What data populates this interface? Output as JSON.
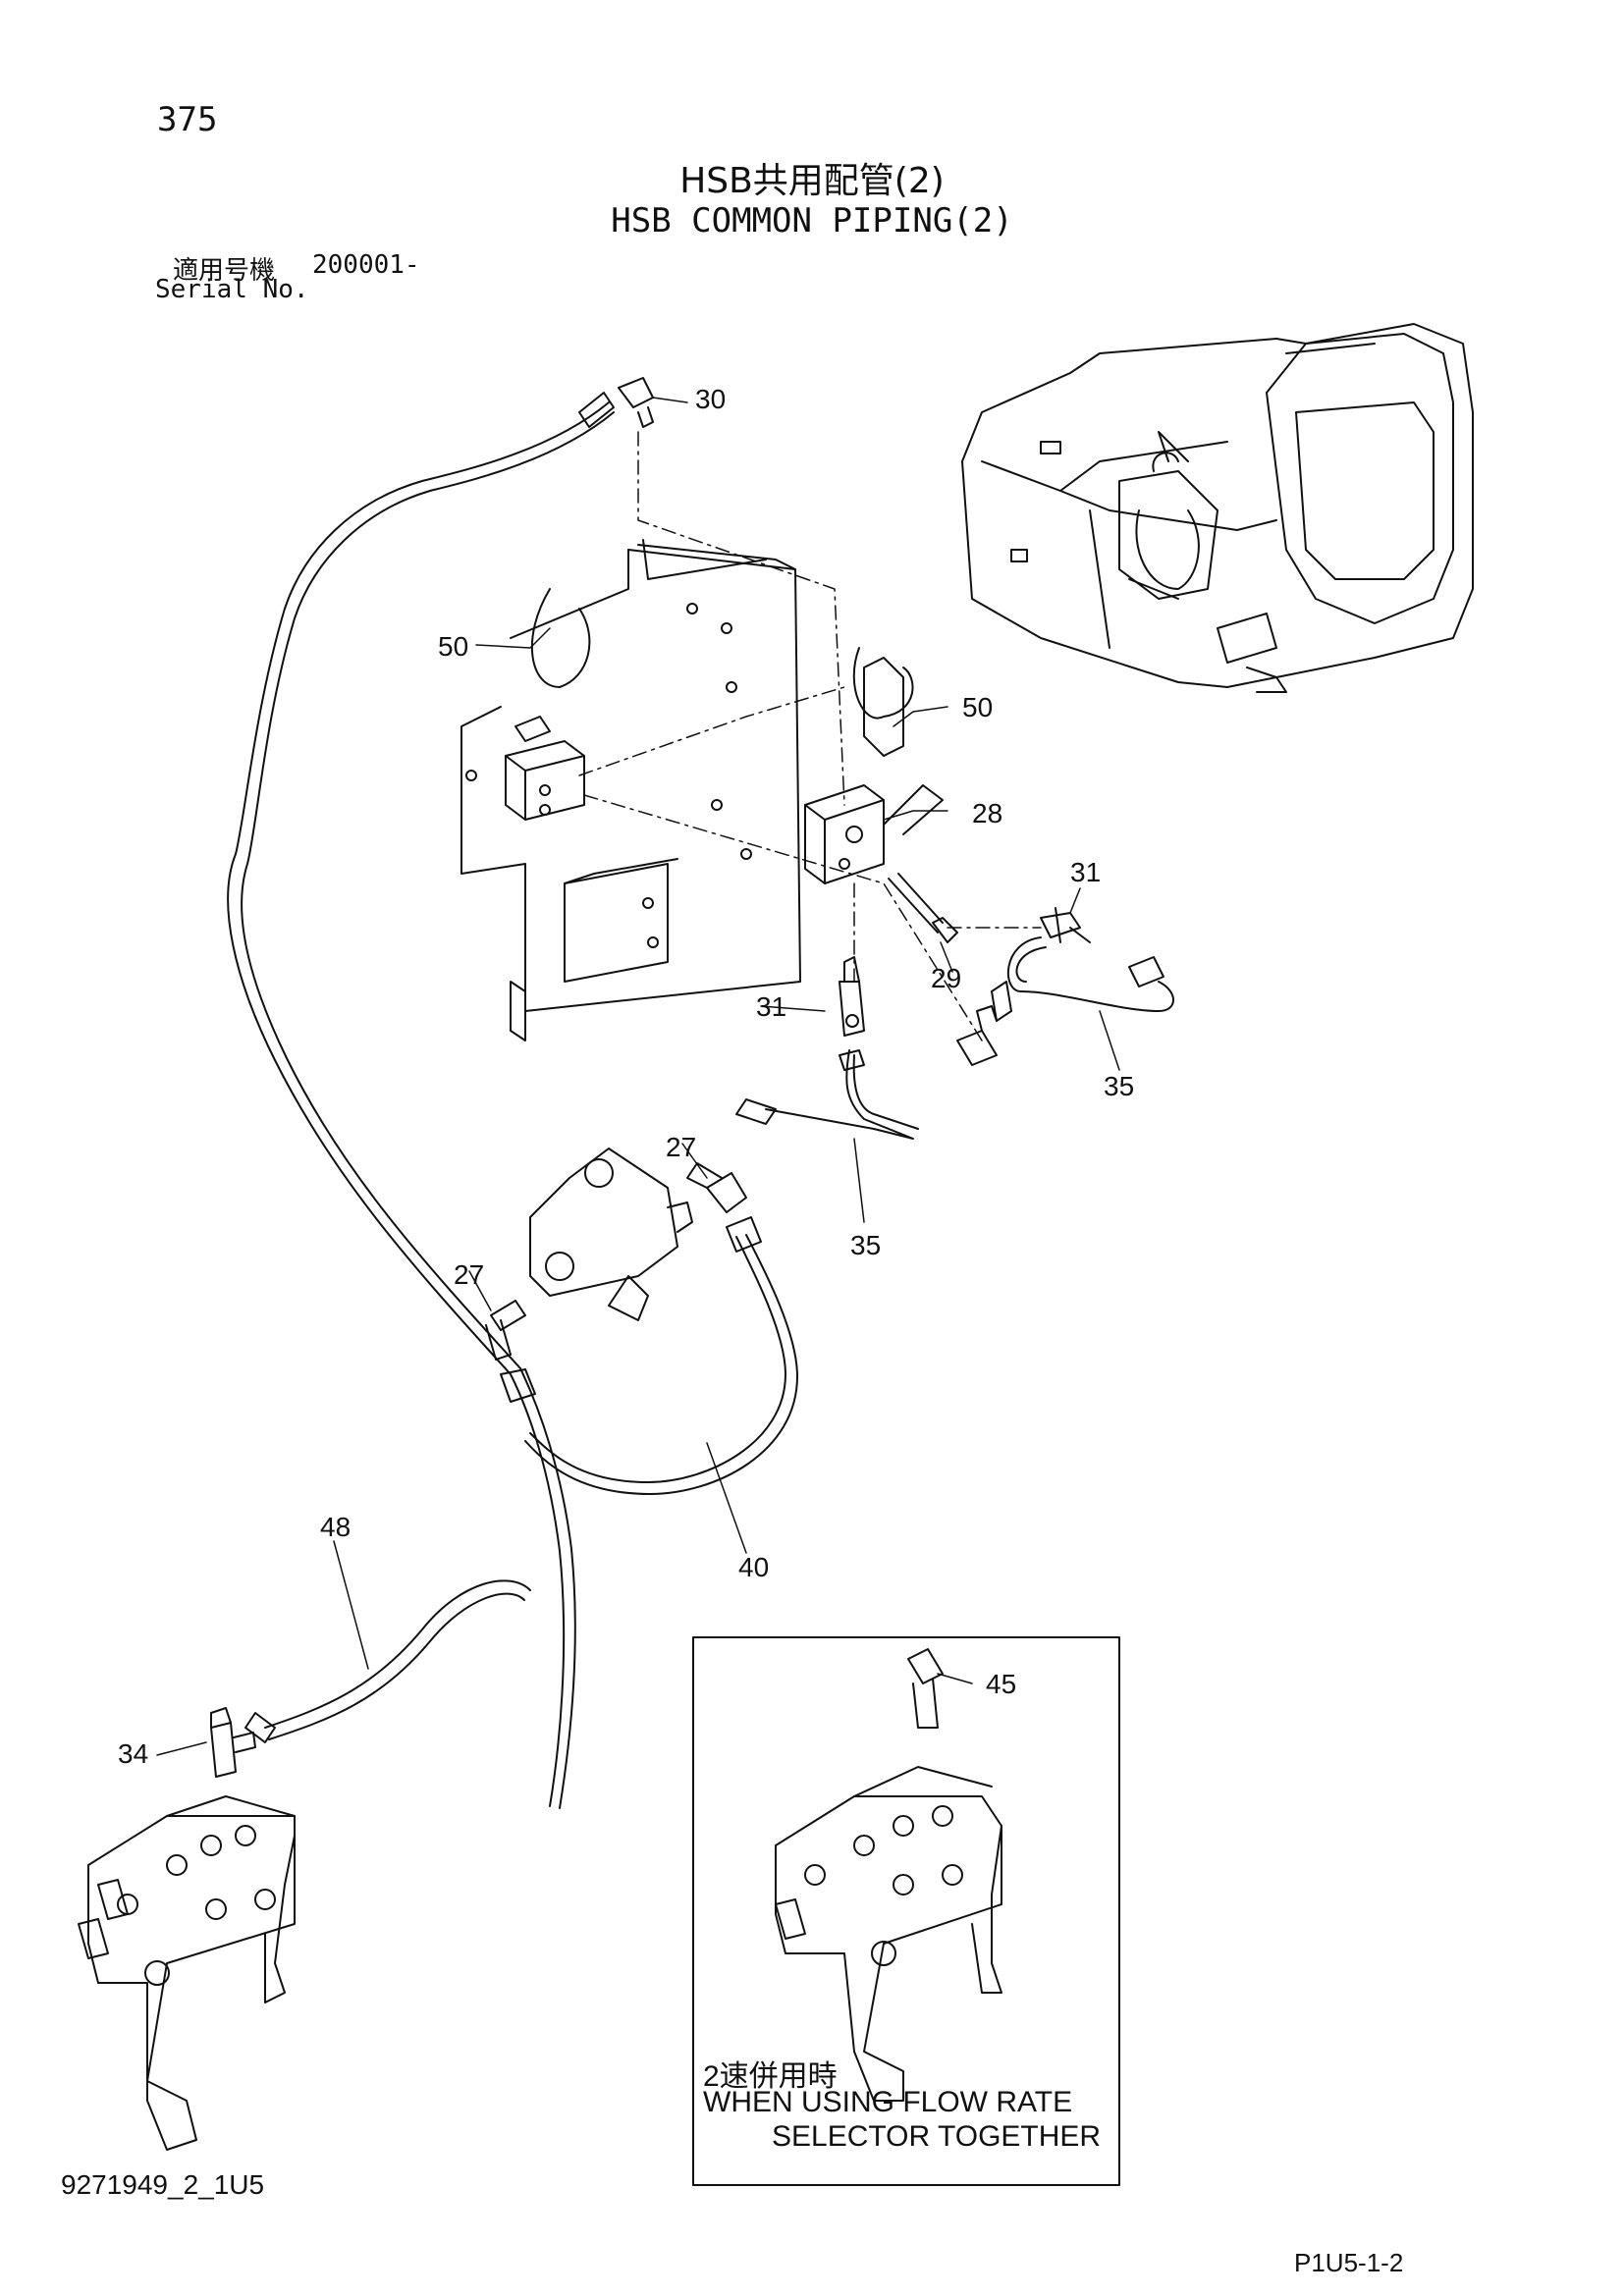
{
  "page_number": "375",
  "title_jp": "HSB共用配管(2)",
  "title_en": "HSB COMMON PIPING(2)",
  "serial_label_jp": "適用号機",
  "serial_value": "200001-",
  "serial_label_en": "Serial No.",
  "drawing_id": "9271949_2_1U5",
  "sheet_ref": "P1U5-1-2",
  "callouts": [
    "30",
    "50",
    "50",
    "28",
    "31",
    "29",
    "31",
    "35",
    "35",
    "27",
    "27",
    "40",
    "48",
    "34",
    "45"
  ],
  "inset": {
    "note_jp": "2速併用時",
    "note_en_line1": "WHEN USING FLOW RATE",
    "note_en_line2": "SELECTOR TOGETHER"
  }
}
